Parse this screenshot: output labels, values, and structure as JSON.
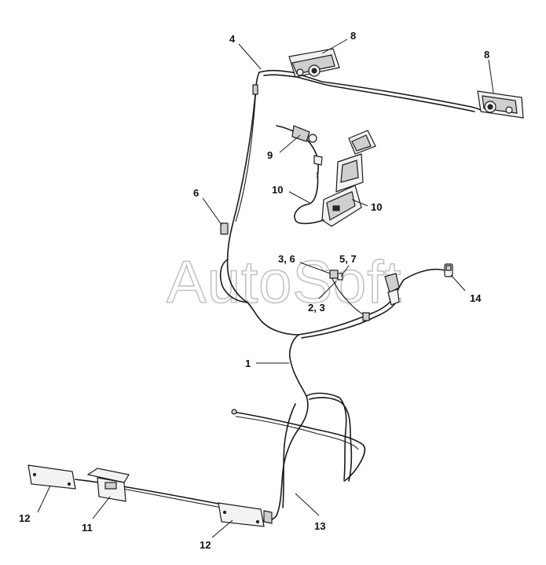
{
  "watermark": "AutoSoft",
  "callouts": {
    "c1": "1",
    "c2_3": "2, 3",
    "c3_6": "3, 6",
    "c4": "4",
    "c5_7": "5, 7",
    "c6": "6",
    "c8a": "8",
    "c8b": "8",
    "c9": "9",
    "c10a": "10",
    "c10b": "10",
    "c11": "11",
    "c12a": "12",
    "c12b": "12",
    "c13": "13",
    "c14": "14"
  }
}
